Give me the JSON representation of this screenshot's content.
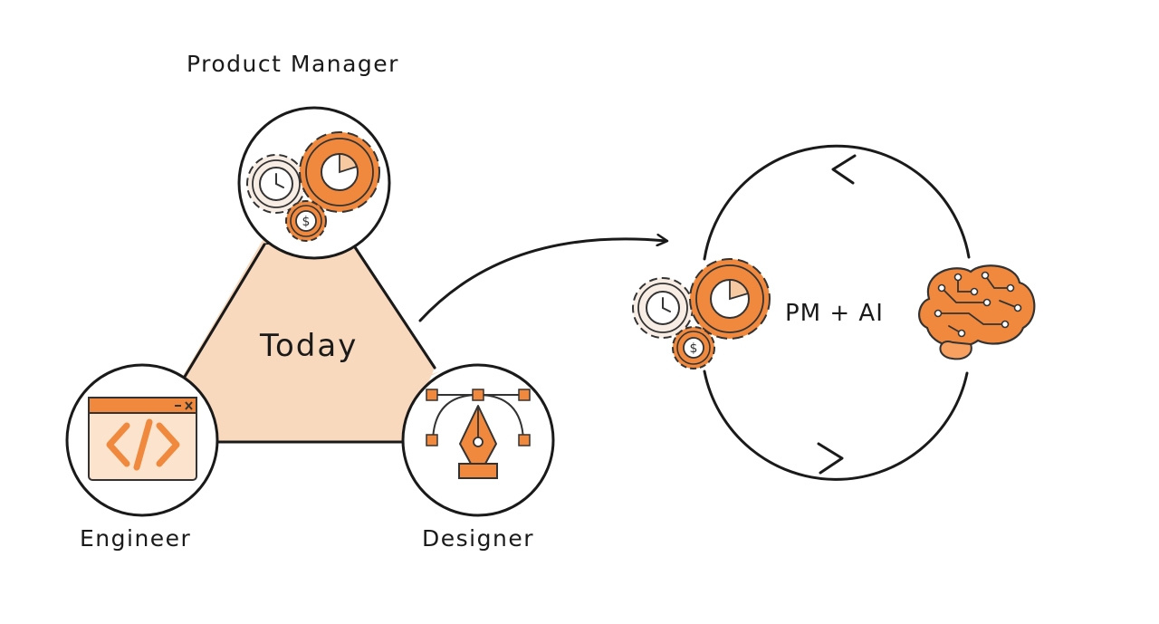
{
  "labels": {
    "product_manager": "Product Manager",
    "today": "Today",
    "engineer": "Engineer",
    "designer": "Designer",
    "pm_ai": "PM + AI"
  },
  "icons": {
    "product_manager_role": "gears-clock-chart-dollar-icon",
    "engineer_role": "code-window-icon",
    "designer_role": "pen-tool-icon",
    "ai": "circuit-brain-icon"
  },
  "colors": {
    "accent": "#f0893d",
    "accent_light": "#f7c9a1",
    "triangle_fill": "#f9d9bd",
    "window_fill": "#fbe3cd",
    "soft_gear": "#f8ede4",
    "stroke": "#1a1a1a"
  }
}
